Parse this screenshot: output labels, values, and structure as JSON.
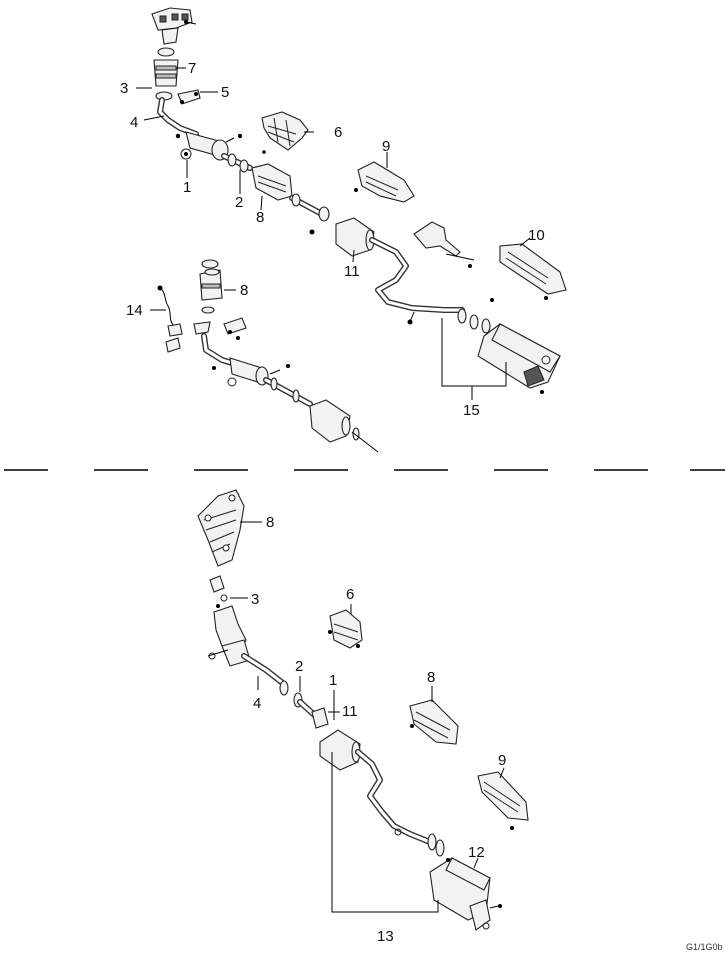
{
  "diagram": {
    "top_section": {
      "callouts": [
        "7",
        "3",
        "5",
        "4",
        "6",
        "1",
        "2",
        "8",
        "9",
        "10",
        "11",
        "15",
        "14",
        "8"
      ]
    },
    "bottom_section": {
      "callouts": [
        "8",
        "3",
        "6",
        "2",
        "1",
        "11",
        "4",
        "8",
        "9",
        "12",
        "13"
      ]
    },
    "figure_code": "G1/1G0b"
  }
}
